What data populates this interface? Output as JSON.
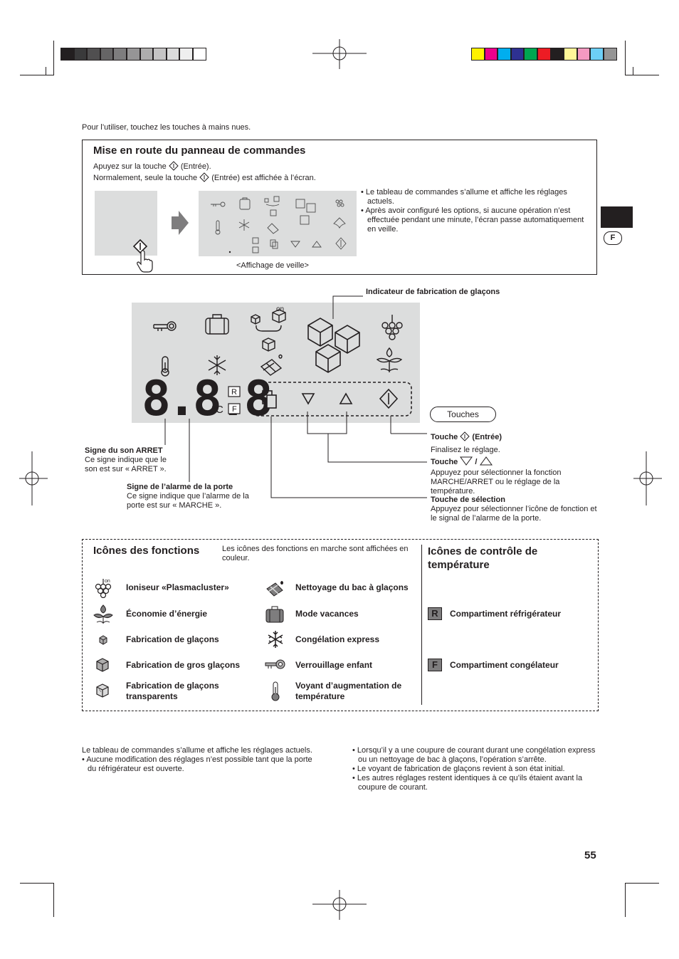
{
  "intro": "Pour l’utiliser, touchez les touches à mains nues.",
  "startup": {
    "title": "Mise en route du panneau de commandes",
    "line1_pre": "Apuyez sur la touche",
    "line1_post": "(Entrée).",
    "line2_pre": "Normalement, seule la touche",
    "line2_post": "(Entrée) est affichée à l’écran.",
    "bullets": [
      "Le tableau de commandes s’allume et affiche les réglages actuels.",
      "Après avoir configuré les options, si aucune opération n’est effectuée pendant une minute, l’écran passe automatiquement en veille."
    ],
    "standby_caption": "<Affichage de veille>"
  },
  "panel": {
    "digits": "8.8.8",
    "unit": "°C",
    "r_badge": "R",
    "f_badge": "F",
    "ice_indicator": "Indicateur de fabrication de glaçons",
    "touches_label": "Touches",
    "enter_title_pre": "Touche",
    "enter_title_post": "(Entrée)",
    "enter_desc": "Finalisez le réglage.",
    "updown_title_pre": "Touche",
    "updown_slash": "/",
    "updown_desc": "Appuyez pour sélectionner la fonction MARCHE/ARRET ou le réglage de la température.",
    "select_title": "Touche de sélection",
    "select_desc": "Appuyez pour sélectionner l’icône de fonction et le signal de l’alarme de la porte.",
    "sound_title": "Signe du son ARRET",
    "sound_desc": "Ce signe indique que le son est sur « ARRET ».",
    "door_title": "Signe de l’alarme de la porte",
    "door_desc": "Ce signe indique que l’alarme de la porte est sur « MARCHE »."
  },
  "functions": {
    "title": "Icônes des fonctions",
    "note": "Les icônes des fonctions en marche sont affichées en couleur.",
    "left": [
      {
        "icon": "ion-icon",
        "label": "Ioniseur «Plasmacluster»"
      },
      {
        "icon": "leaf-icon",
        "label": "Économie d’énergie"
      },
      {
        "icon": "small-cube-icon",
        "label": "Fabrication de glaçons"
      },
      {
        "icon": "big-cube-icon",
        "label": "Fabrication de gros glaçons"
      },
      {
        "icon": "clear-cube-icon",
        "label": "Fabrication de glaçons transparents"
      }
    ],
    "right": [
      {
        "icon": "tray-clean-icon",
        "label": "Nettoyage du bac à glaçons"
      },
      {
        "icon": "suitcase-icon",
        "label": "Mode vacances"
      },
      {
        "icon": "snowflake-icon",
        "label": "Congélation express"
      },
      {
        "icon": "key-icon",
        "label": "Verrouillage enfant"
      },
      {
        "icon": "thermometer-icon",
        "label": "Voyant d’augmentation de température"
      }
    ]
  },
  "temperature": {
    "title": "Icônes de contrôle de température",
    "items": [
      {
        "badge": "R",
        "label": "Compartiment réfrigérateur"
      },
      {
        "badge": "F",
        "label": "Compartiment congélateur"
      }
    ]
  },
  "notes_left": {
    "line": "Le tableau de commandes s’allume et affiche les réglages actuels.",
    "bullet": "Aucune modification des réglages n’est possible tant que la porte du réfrigérateur est ouverte."
  },
  "notes_right": [
    "Lorsqu’il y a une coupure de courant durant une congélation express ou un nettoyage de bac à glaçons, l’opération s’arrête.",
    "Le voyant de fabrication de glaçons revient à son état initial.",
    "Les autres réglages restent identiques à ce qu’ils étaient avant la coupure de courant."
  ],
  "side_tab": "F",
  "page_number": "55",
  "colors": {
    "panel_bg": "#dcdddd",
    "gray_scale": [
      "#231f20",
      "#3a3a3b",
      "#504f50",
      "#666566",
      "#7e7d7e",
      "#969596",
      "#aeadad",
      "#c5c4c4",
      "#dbdbdb",
      "#efefef",
      "#ffffff"
    ],
    "color_bar": [
      "#fff200",
      "#ec008c",
      "#00aeef",
      "#2e3192",
      "#00a651",
      "#ed1c24",
      "#231f20",
      "#fff799",
      "#f49ac1",
      "#6dcff6",
      "#959595"
    ]
  }
}
